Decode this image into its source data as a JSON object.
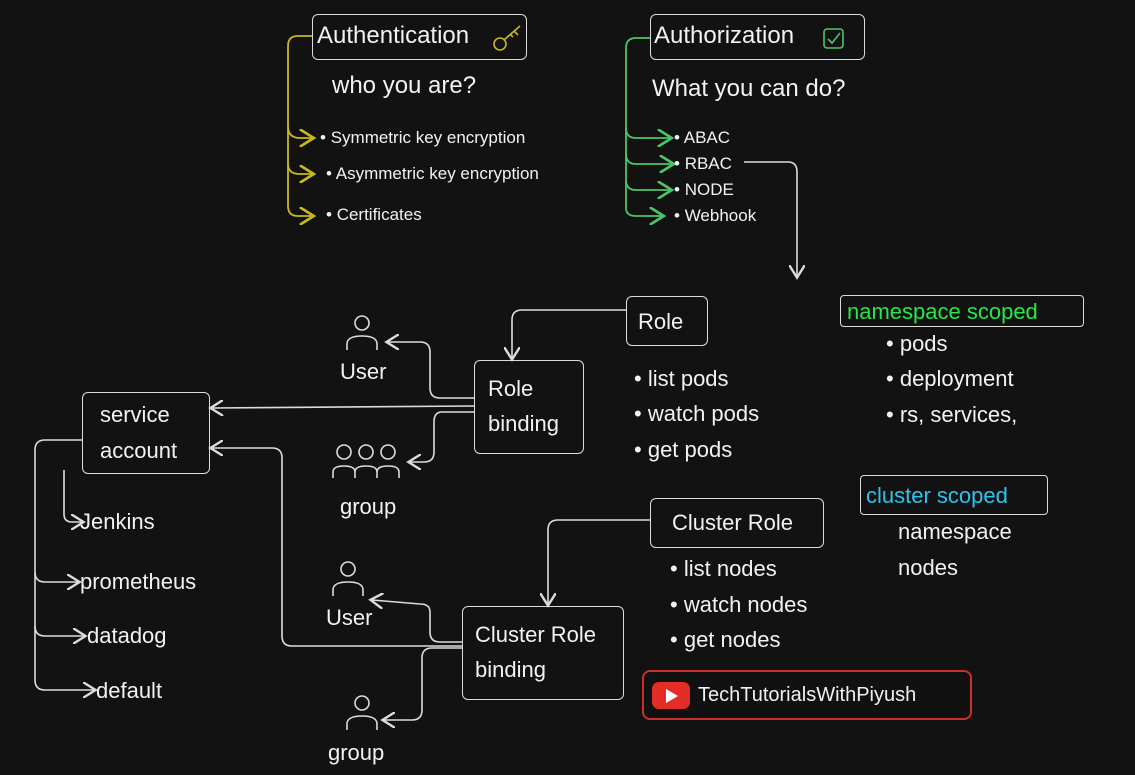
{
  "colors": {
    "background": "#121212",
    "authentication_accent": "#c8b820",
    "authorization_accent": "#4cc46a",
    "namespace_scoped": "#22e84a",
    "cluster_scoped": "#2bc4ee",
    "brand_red": "#e52d27"
  },
  "authentication": {
    "title": "Authentication",
    "icon": "key-icon",
    "subtitle": "who you are?",
    "items": [
      "Symmetric key encryption",
      "Asymmetric key encryption",
      "Certificates"
    ]
  },
  "authorization": {
    "title": "Authorization",
    "icon": "checkbox-icon",
    "subtitle": "What you can do?",
    "items": [
      "ABAC",
      "RBAC",
      "NODE",
      "Webhook"
    ]
  },
  "role": {
    "label": "Role",
    "permissions": [
      "list pods",
      "watch pods",
      "get pods"
    ]
  },
  "role_binding": {
    "line1": "Role",
    "line2": "binding"
  },
  "cluster_role": {
    "label": "Cluster Role",
    "permissions": [
      "list nodes",
      "watch nodes",
      "get nodes"
    ]
  },
  "cluster_role_binding": {
    "line1": "Cluster Role",
    "line2": "binding"
  },
  "service_account": {
    "line1": "service",
    "line2": "account",
    "examples": [
      "Jenkins",
      "prometheus",
      "datadog",
      "default"
    ]
  },
  "subjects": {
    "user_label": "User",
    "group_label": "group"
  },
  "namespace_scoped": {
    "label": "namespace scoped",
    "items": [
      "pods",
      "deployment",
      "rs, services,"
    ]
  },
  "cluster_scoped": {
    "label": "cluster scoped",
    "items": [
      "namespace",
      "nodes"
    ]
  },
  "channel": {
    "name": "TechTutorialsWithPiyush",
    "icon": "youtube-icon"
  }
}
